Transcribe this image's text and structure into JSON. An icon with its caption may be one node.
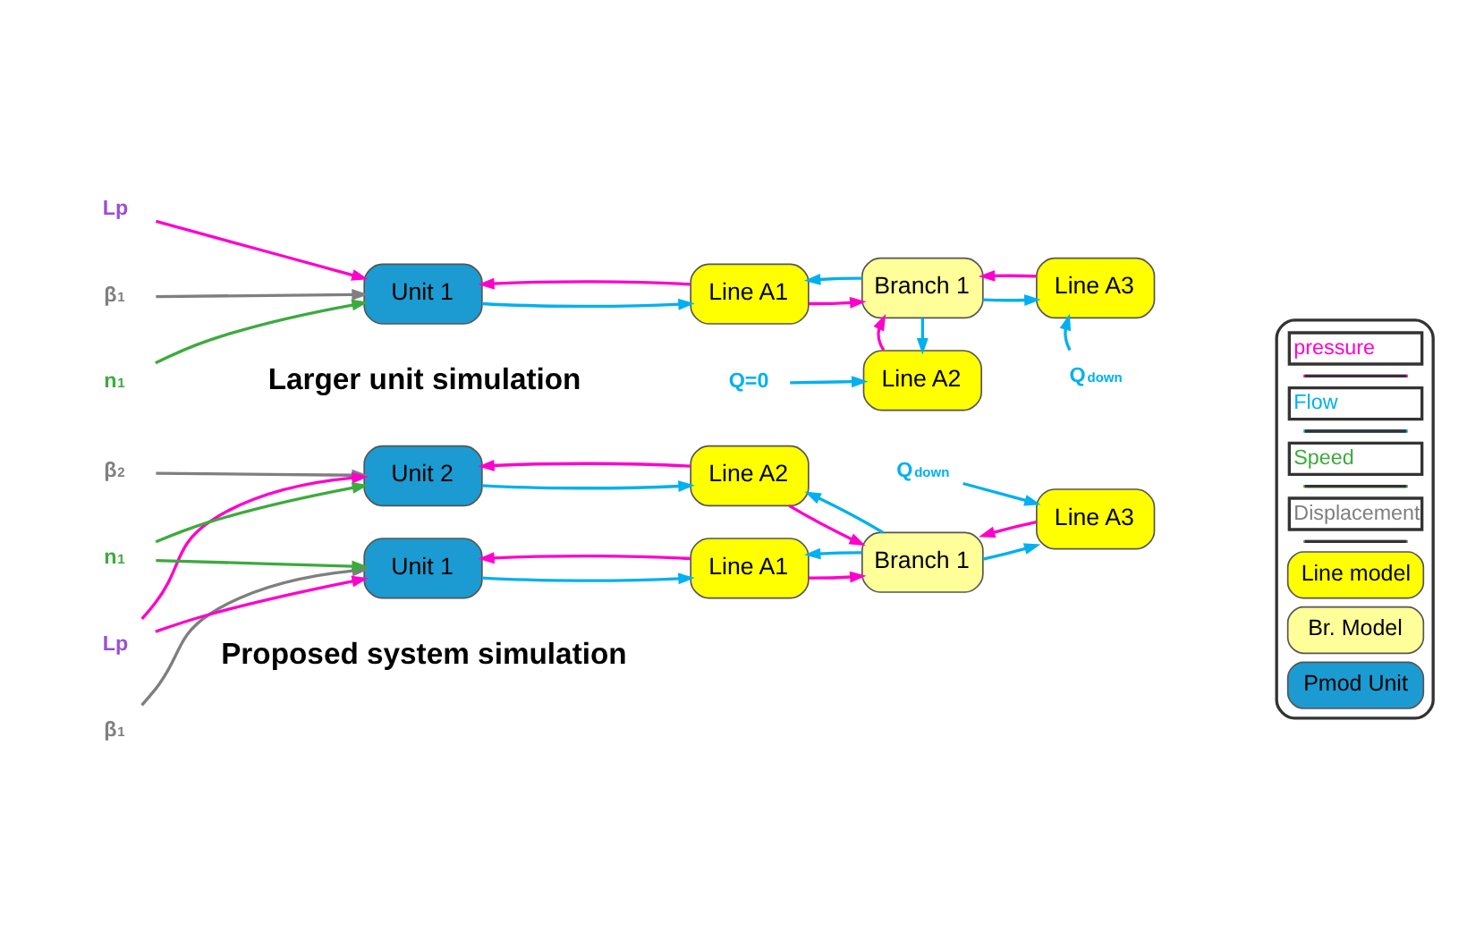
{
  "diagram": {
    "nodes": [
      {
        "text": [
          "Unit 1"
        ]
      },
      {
        "text": [
          "Line A1"
        ]
      },
      {
        "text": [
          "Unit 2"
        ]
      },
      {
        "text": [
          "Line A2"
        ]
      },
      {
        "text": [
          "Branch 1"
        ]
      },
      {
        "text": [
          "Line A3"
        ]
      },
      {
        "text": [
          "β$_{1}$"
        ]
      },
      {
        "text": [
          "β$_{2}$"
        ]
      },
      {
        "text": [
          "Lp"
        ]
      },
      {
        "text": [
          "n$_{1}$"
        ]
      },
      {
        "text": [
          "Q$_{down}$"
        ]
      },
      {
        "text": [
          "Unit 1"
        ]
      },
      {
        "text": [
          "Line A1"
        ]
      },
      {
        "text": [
          "Branch 1"
        ]
      },
      {
        "text": [
          "Line A3"
        ]
      },
      {
        "text": [
          "Line A2"
        ]
      },
      {
        "text": [
          "β$_{1}$"
        ]
      },
      {
        "text": [
          "Lp"
        ]
      },
      {
        "text": [
          "n$_{1}$"
        ]
      },
      {
        "text": [
          "Q$_{down}$"
        ]
      },
      {
        "text": [
          "Q=0"
        ]
      }
    ],
    "edges": [
      {
        "from": 6,
        "to": 0,
        "arrow": "to",
        "color": "#7f7f7f"
      },
      {
        "from": 1,
        "to": 0,
        "arrow": "to",
        "color": "#ff00cc"
      },
      {
        "from": 0,
        "to": 1,
        "arrow": "to",
        "color": "#00b0f0"
      },
      {
        "from": 8,
        "to": 0,
        "arrow": "to",
        "color": "#ff00cc"
      },
      {
        "from": 9,
        "to": 0,
        "arrow": "to",
        "color": "#3daa3d"
      },
      {
        "from": 8,
        "to": 2,
        "arrow": "to",
        "color": "#ff00cc"
      },
      {
        "from": 9,
        "to": 2,
        "arrow": "to",
        "color": "#3daa3d"
      },
      {
        "from": 7,
        "to": 2,
        "arrow": "to",
        "color": "#7f7f7f"
      },
      {
        "from": 3,
        "to": 2,
        "arrow": "to",
        "color": "#ff00cc"
      },
      {
        "from": 2,
        "to": 3,
        "arrow": "to",
        "color": "#00b0f0"
      },
      {
        "from": 4,
        "to": 1,
        "arrow": "to",
        "color": "#00b0f0"
      },
      {
        "from": 1,
        "to": 4,
        "arrow": "to",
        "color": "#ff00cc"
      },
      {
        "from": 4,
        "to": 3,
        "arrow": "to",
        "color": "#00b0f0"
      },
      {
        "from": 3,
        "to": 4,
        "arrow": "to",
        "color": "#ff00cc"
      },
      {
        "from": 5,
        "to": 4,
        "arrow": "to",
        "color": "#ff00cc"
      },
      {
        "from": 4,
        "to": 5,
        "arrow": "to",
        "color": "#00b0f0"
      },
      {
        "from": 10,
        "to": 5,
        "arrow": "to",
        "color": "#00b0f0"
      },
      {
        "from": 16,
        "to": 11,
        "arrow": "to",
        "color": "#7f7f7f"
      },
      {
        "from": 12,
        "to": 11,
        "arrow": "to",
        "color": "#ff00cc"
      },
      {
        "from": 11,
        "to": 12,
        "arrow": "to",
        "color": "#00b0f0"
      },
      {
        "from": 17,
        "to": 11,
        "arrow": "to",
        "color": "#ff00cc"
      },
      {
        "from": 18,
        "to": 11,
        "arrow": "to",
        "color": "#3daa3d"
      },
      {
        "from": 13,
        "to": 12,
        "arrow": "to",
        "color": "#00b0f0"
      },
      {
        "from": 12,
        "to": 13,
        "arrow": "to",
        "color": "#ff00cc"
      },
      {
        "from": 14,
        "to": 13,
        "arrow": "to",
        "color": "#ff00cc"
      },
      {
        "from": 13,
        "to": 14,
        "arrow": "to",
        "color": "#00b0f0"
      },
      {
        "from": 19,
        "to": 14,
        "arrow": "to",
        "color": "#00b0f0"
      },
      {
        "from": 13,
        "to": 15,
        "arrow": "to",
        "color": "#00b0f0"
      },
      {
        "from": 15,
        "to": 13,
        "arrow": "to",
        "color": "#ff00cc"
      },
      {
        "from": 20,
        "to": 15,
        "arrow": "to",
        "color": "#00b0f0"
      }
    ],
    "labels": [
      "Proposed system simulation",
      "Larger unit simulation"
    ],
    "legend": [
      {
        "text": "pressure"
      },
      {
        "text": "Flow"
      },
      {
        "text": "Speed"
      },
      {
        "text": "Displacement"
      },
      {
        "text": "Line model",
        "color": "#ffff00"
      },
      {
        "text": "Br. Model",
        "color": "#ffff99"
      },
      {
        "text": "Pmod Unit",
        "color": "#1b9bd1"
      }
    ]
  }
}
